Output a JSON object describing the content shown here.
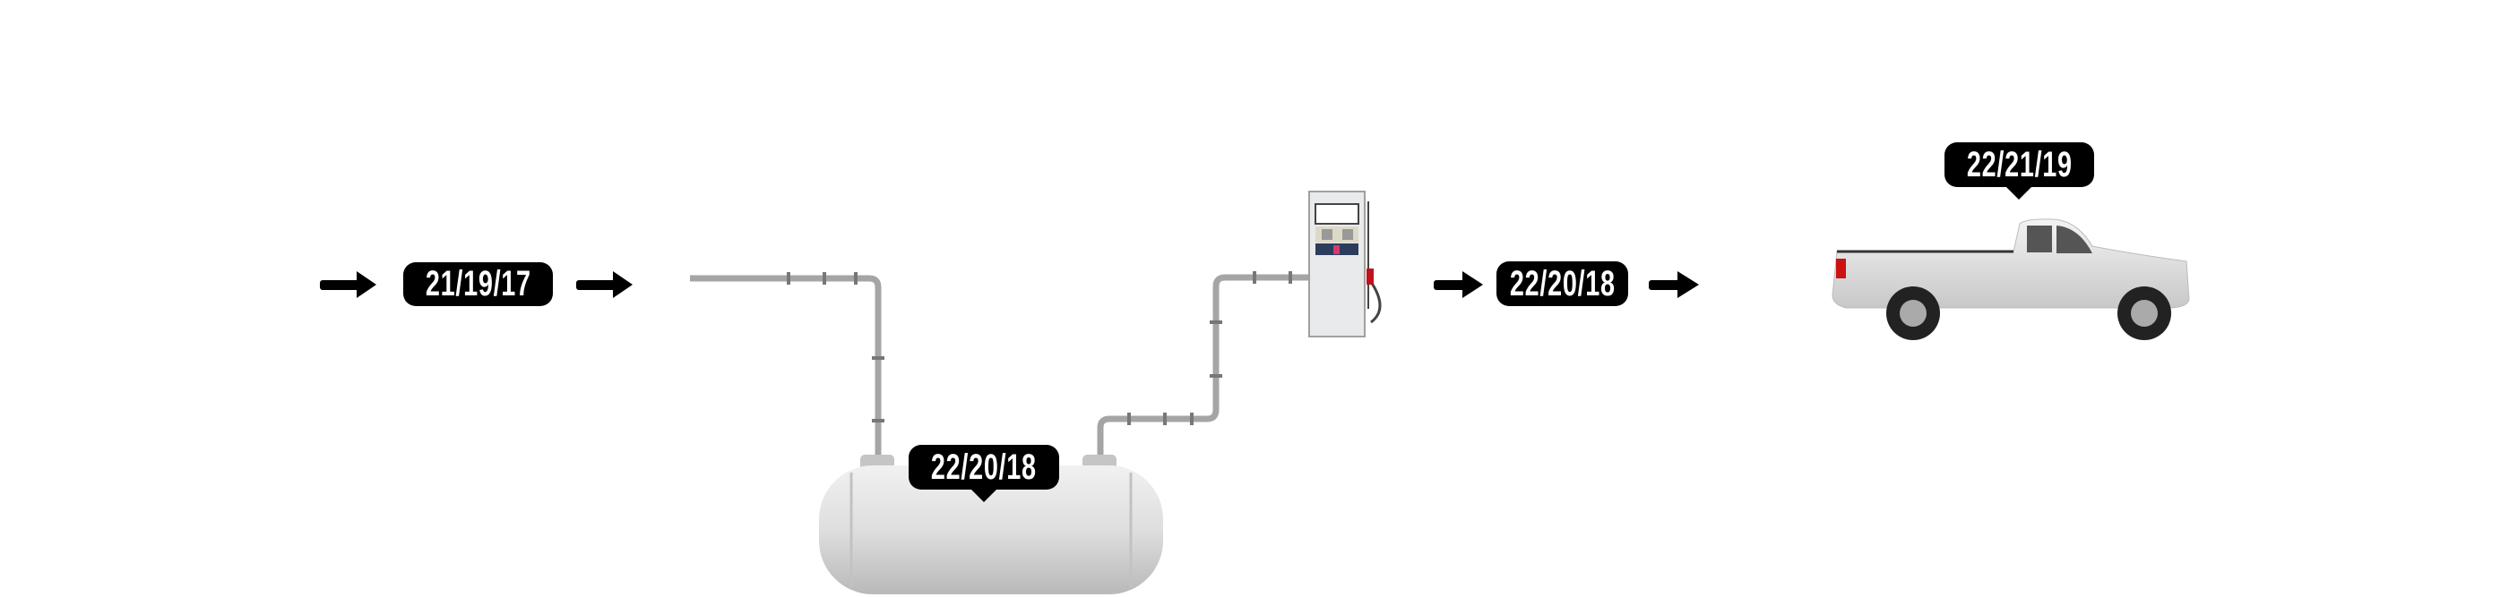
{
  "flow": {
    "source_reading": "21/19/17",
    "tank_reading": "22/20/18",
    "pump_output_reading": "22/20/18",
    "vehicle_reading": "22/21/19"
  },
  "icons": [
    "arrow-right-icon",
    "pipe",
    "storage-tank",
    "fuel-pump",
    "pickup-truck"
  ],
  "colors": {
    "label_bg": "#000000",
    "label_text": "#ffffff",
    "pipe": "#a9abad",
    "tank": "#d9d9d9",
    "truck": "#dcdcdc"
  }
}
